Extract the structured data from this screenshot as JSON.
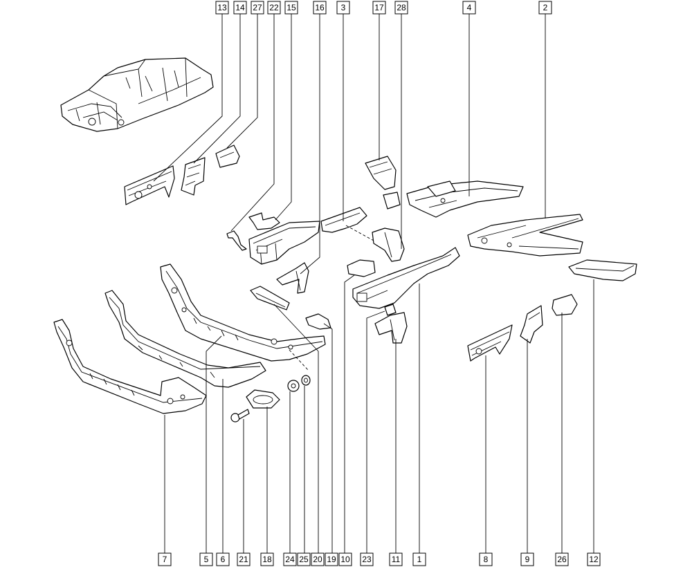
{
  "callouts_top": [
    {
      "id": "13",
      "label": "13"
    },
    {
      "id": "14",
      "label": "14"
    },
    {
      "id": "27",
      "label": "27"
    },
    {
      "id": "22",
      "label": "22"
    },
    {
      "id": "15",
      "label": "15"
    },
    {
      "id": "16",
      "label": "16"
    },
    {
      "id": "3",
      "label": "3"
    },
    {
      "id": "17",
      "label": "17"
    },
    {
      "id": "28",
      "label": "28"
    },
    {
      "id": "4",
      "label": "4"
    },
    {
      "id": "2",
      "label": "2"
    }
  ],
  "callouts_bottom": [
    {
      "id": "7",
      "label": "7"
    },
    {
      "id": "5",
      "label": "5"
    },
    {
      "id": "6",
      "label": "6"
    },
    {
      "id": "21",
      "label": "21"
    },
    {
      "id": "18",
      "label": "18"
    },
    {
      "id": "24",
      "label": "24"
    },
    {
      "id": "25",
      "label": "25"
    },
    {
      "id": "20",
      "label": "20"
    },
    {
      "id": "19",
      "label": "19"
    },
    {
      "id": "10",
      "label": "10"
    },
    {
      "id": "23",
      "label": "23"
    },
    {
      "id": "11",
      "label": "11"
    },
    {
      "id": "1",
      "label": "1"
    },
    {
      "id": "8",
      "label": "8"
    },
    {
      "id": "9",
      "label": "9"
    },
    {
      "id": "26",
      "label": "26"
    },
    {
      "id": "12",
      "label": "12"
    }
  ],
  "colors": {
    "line": "#000000",
    "background": "#ffffff"
  }
}
